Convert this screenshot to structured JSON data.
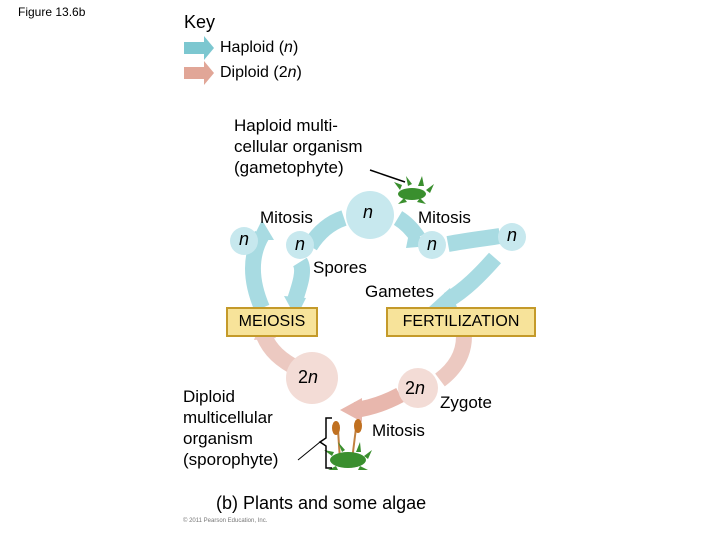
{
  "figure_label": "Figure 13.6b",
  "key": {
    "title": "Key",
    "haploid": {
      "label": "Haploid (",
      "symbol": "n",
      "close": ")",
      "color": "#7cc7d0"
    },
    "diploid": {
      "label": "Diploid (2",
      "symbol": "n",
      "close": ")",
      "color": "#e1a697"
    }
  },
  "gametophyte_label": [
    "Haploid multi-",
    "cellular organism",
    "(gametophyte)"
  ],
  "sporophyte_label": [
    "Diploid",
    "multicellular",
    "organism",
    "(sporophyte)"
  ],
  "labels": {
    "mitosis_left": "Mitosis",
    "mitosis_right": "Mitosis",
    "mitosis_bottom": "Mitosis",
    "spores": "Spores",
    "gametes": "Gametes",
    "zygote": "Zygote",
    "meiosis": "MEIOSIS",
    "fertilization": "FERTILIZATION",
    "n_symbol": "n",
    "two_prefix": "2"
  },
  "caption": "(b) Plants and some algae",
  "copyright": "© 2011 Pearson Education, Inc."
}
